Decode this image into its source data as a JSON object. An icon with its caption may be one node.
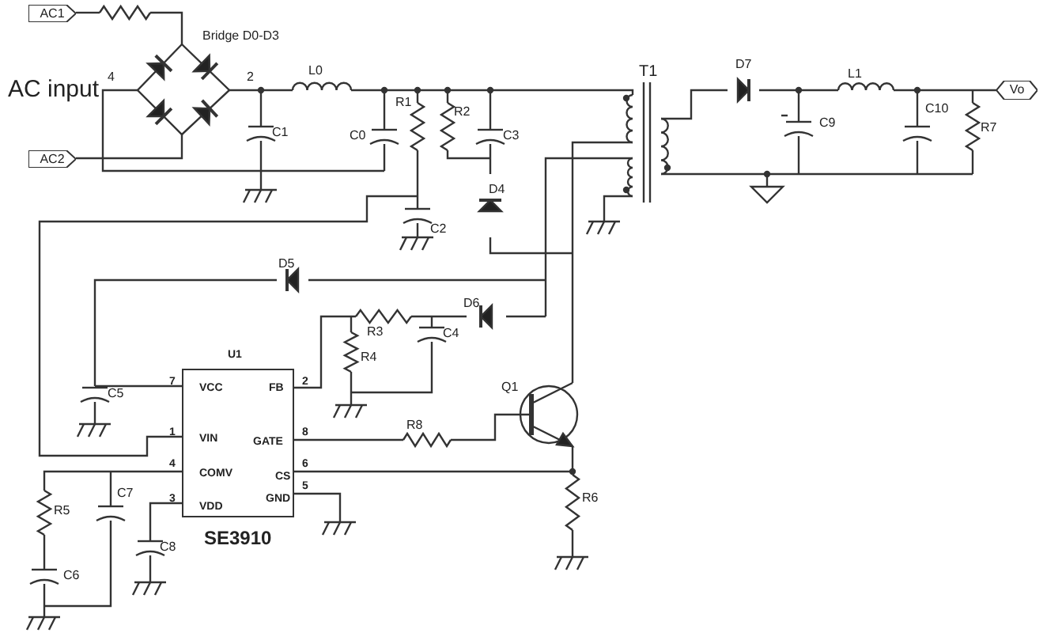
{
  "diagram": {
    "nodes": [
      {
        "text": [
          "AC1"
        ]
      },
      {
        "text": [
          "AC2"
        ]
      },
      {
        "text": [
          "Vo"
        ]
      },
      {
        "text": [
          "U1",
          "VCC",
          "VIN",
          "COMV",
          "VDD",
          "FB",
          "GATE",
          "CS",
          "GND"
        ],
        "beside": [
          "7",
          "1",
          "4",
          "3",
          "2",
          "8",
          "6",
          "5",
          "SE3910"
        ]
      }
    ],
    "labels": [
      "Bridge D0-D3",
      "AC input",
      "4",
      "2",
      "L0",
      "C1",
      "C0",
      "R1",
      "R2",
      "C3",
      "T1",
      "D7",
      "L1",
      "C9",
      "C10",
      "R7",
      "D4",
      "C2",
      "D5",
      "D6",
      "R3",
      "C4",
      "R4",
      "Q1",
      "C5",
      "R8",
      "R5",
      "C7",
      "C8",
      "C6",
      "R6"
    ]
  }
}
